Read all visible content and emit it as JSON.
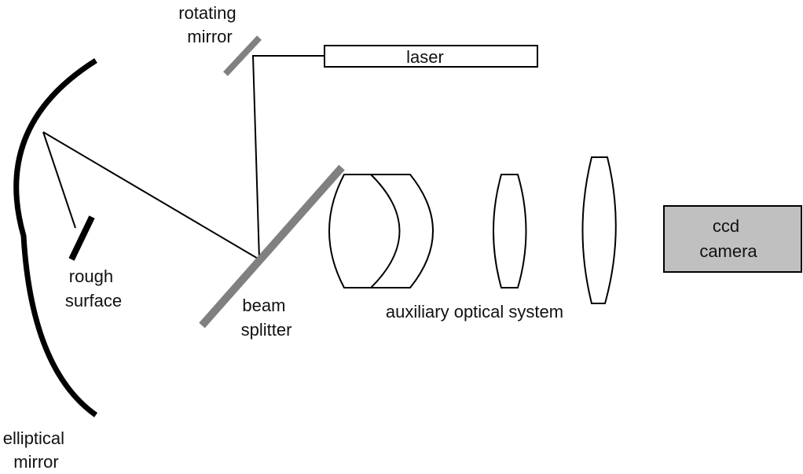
{
  "labels": {
    "rotating_mirror": [
      "rotating",
      "mirror"
    ],
    "laser": "laser",
    "rough_surface": [
      "rough",
      "surface"
    ],
    "beam_splitter": [
      "beam",
      "splitter"
    ],
    "auxiliary_optical_system": "auxiliary optical system",
    "ccd_camera": [
      "ccd",
      "camera"
    ],
    "elliptical_mirror": [
      "elliptical",
      "mirror"
    ]
  },
  "colors": {
    "line": "#000000",
    "grey_component": "#808080",
    "camera_fill": "#c0c0c0"
  }
}
